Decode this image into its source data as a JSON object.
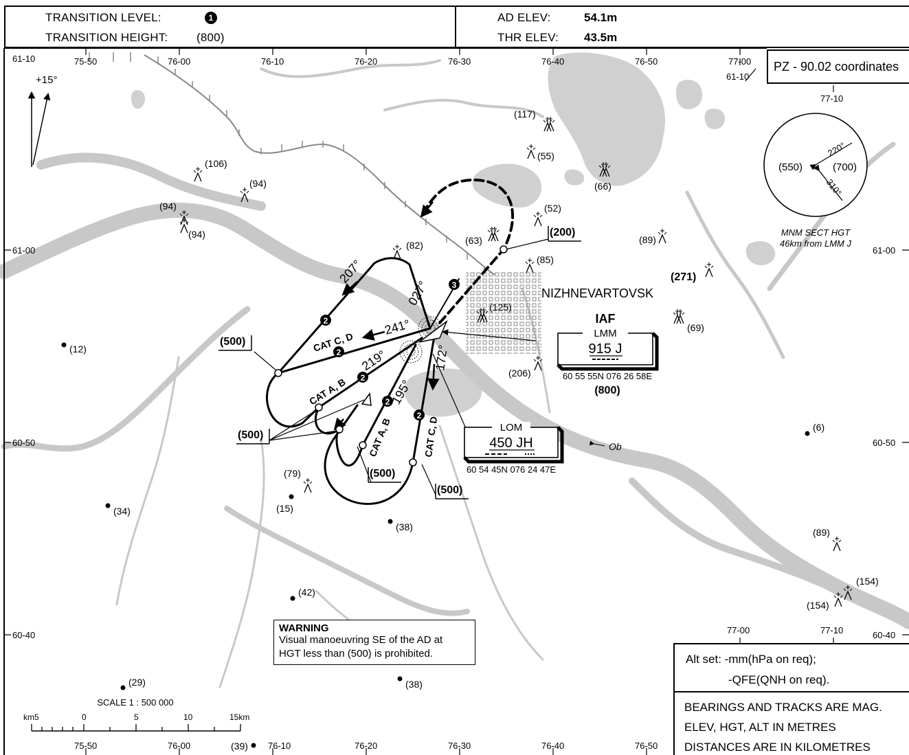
{
  "header": {
    "transition_level_label": "TRANSITION LEVEL:",
    "transition_level_value": "1",
    "transition_height_label": "TRANSITION HEIGHT:",
    "transition_height_value": "(800)",
    "ad_elev_label": "AD ELEV:",
    "ad_elev_value": "54.1m",
    "thr_elev_label": "THR ELEV:",
    "thr_elev_value": "43.5m"
  },
  "coord_box": "PZ - 90.02 coordinates",
  "grid": {
    "top_lon": [
      "75-50",
      "76-00",
      "76-10",
      "76-20",
      "76-30",
      "76-40",
      "76-50",
      "77-00"
    ],
    "bottom_lon": [
      "75-50",
      "76-00",
      "76-10",
      "76-20",
      "76-30",
      "76-40",
      "76-50"
    ],
    "inner_lon": [
      "77-10",
      "77-00",
      "77-10"
    ],
    "left_lat": [
      "61-10",
      "61-00",
      "60-50",
      "60-40"
    ],
    "right_lat": [
      "61-10",
      "61-00",
      "60-50",
      "60-40"
    ]
  },
  "variation": "+15°",
  "msa": {
    "sectors": [
      "(550)",
      "(700)"
    ],
    "bearings": [
      "220°",
      "310°"
    ],
    "caption1": "MNM SECT HGT",
    "caption2": "46km from LMM J"
  },
  "city": "NIZHNEVARTOVSK",
  "river_label": "Ob",
  "iaf": {
    "title": "IAF",
    "name": "LMM",
    "freq": "915 J",
    "coords": "60 55 55N 076 26 58E",
    "alt": "(800)"
  },
  "lom": {
    "name": "LOM",
    "freq": "450 JH",
    "coords": "60 54 45N 076 24 47E"
  },
  "procedure": {
    "tracks": [
      "207°",
      "027°",
      "241°",
      "219°",
      "195°",
      "172°"
    ],
    "cat_labels": [
      "CAT C, D",
      "CAT A, B",
      "CAT A, B",
      "CAT C, D"
    ],
    "alts": [
      "(500)",
      "(500)",
      "(500)",
      "(500)",
      "(200)"
    ],
    "step_numbers": [
      "2",
      "2",
      "2",
      "2",
      "2",
      "3"
    ]
  },
  "spot_elevations": [
    "(12)",
    "(34)",
    "(15)",
    "(38)",
    "(42)",
    "(29)",
    "(38)",
    "(39)",
    "(6)"
  ],
  "obstacles": [
    "(106)",
    "(94)",
    "(94)",
    "(94)",
    "(82)",
    "(63)",
    "(117)",
    "(55)",
    "(66)",
    "(52)",
    "(85)",
    "(125)",
    "(206)",
    "(89)",
    "(271)",
    "(69)",
    "(79)",
    "(89)",
    "(154)",
    "(154)"
  ],
  "scale": {
    "title": "SCALE 1 : 500 000",
    "marks": [
      "km5",
      "0",
      "5",
      "10",
      "15km"
    ]
  },
  "warning": {
    "title": "WARNING",
    "line1": "Visual manoeuvring SE of the AD at",
    "line2": "HGT less than (500) is prohibited."
  },
  "legend": {
    "line1": "Alt set: -mm(hPa on req);",
    "line2": "-QFE(QNH on req).",
    "line3": "BEARINGS AND TRACKS ARE MAG.",
    "line4": "ELEV, HGT, ALT IN METRES",
    "line5": "DISTANCES ARE IN KILOMETRES"
  }
}
